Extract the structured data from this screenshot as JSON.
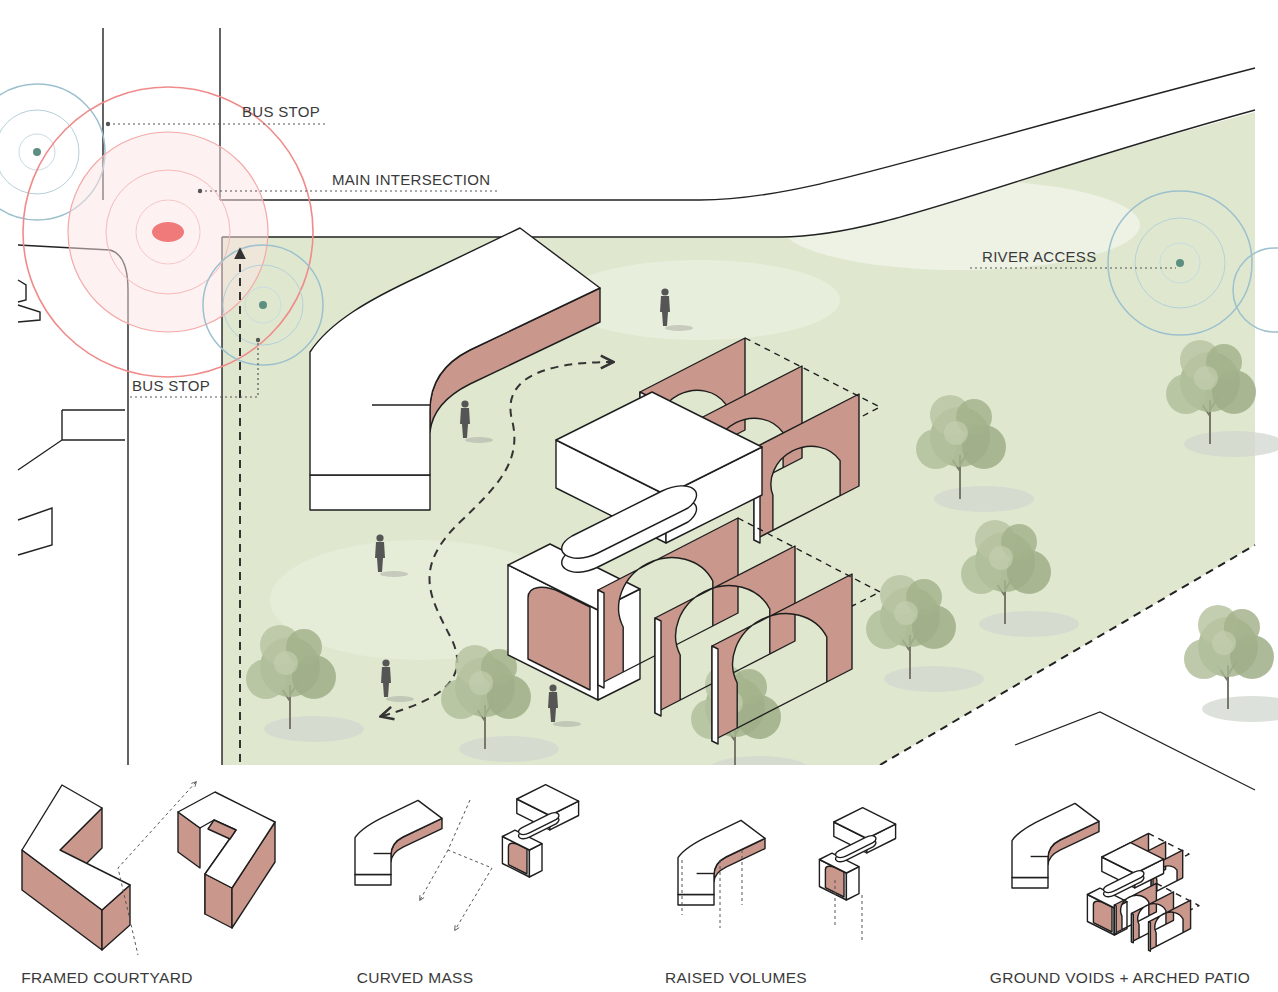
{
  "diagram": {
    "labels": [
      "BUS STOP",
      "MAIN INTERSECTION",
      "BUS STOP",
      "RIVER ACCESS",
      "FRAMED COURTYARD",
      "CURVED MASS",
      "RAISED VOLUMES",
      "GROUND VOIDS + ARCHED PATIO"
    ]
  }
}
